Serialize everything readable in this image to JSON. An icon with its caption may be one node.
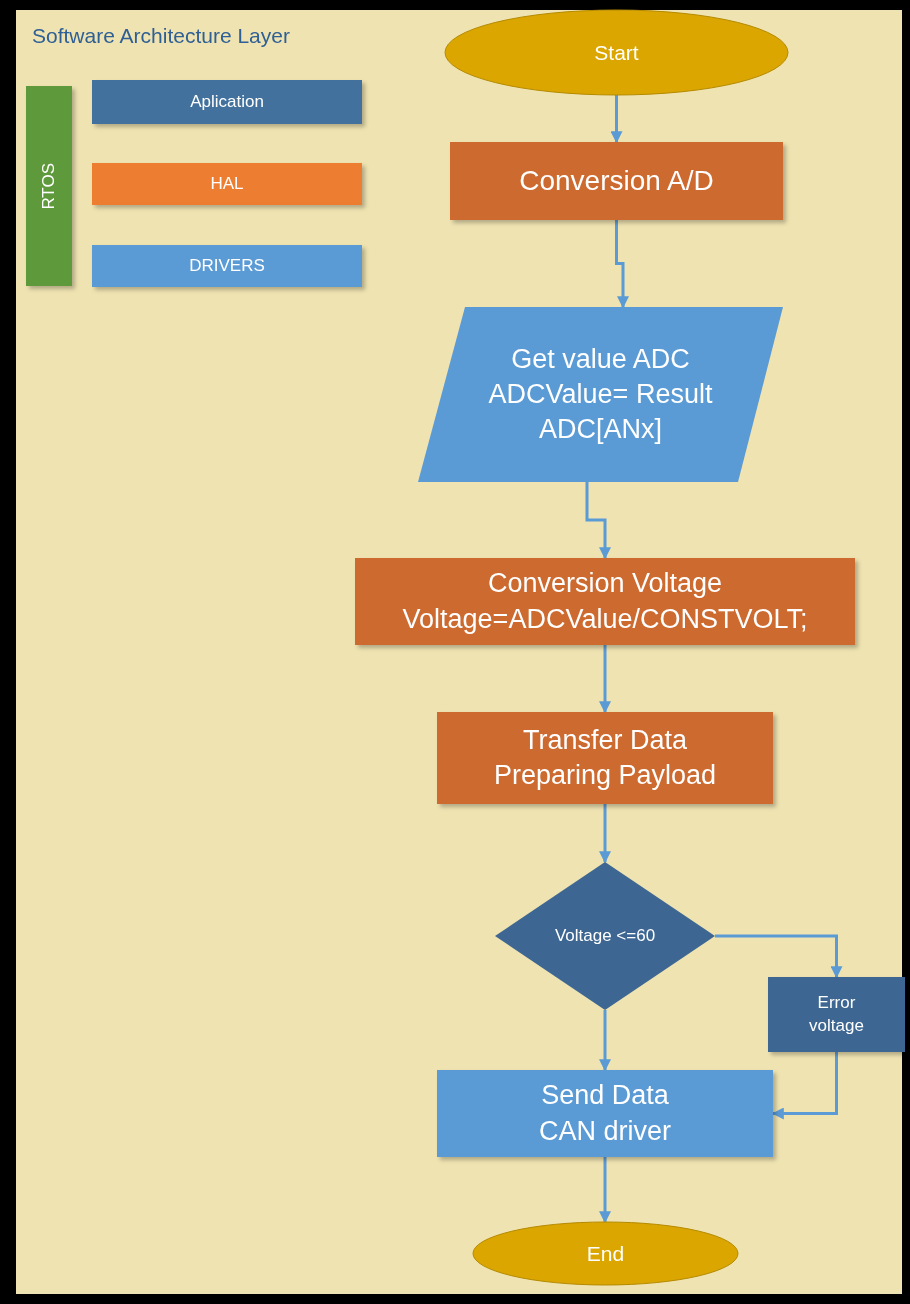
{
  "diagram": {
    "title": "Software Architecture Layer",
    "nodes": [
      {
        "text": [
          "Start"
        ]
      },
      {
        "text": [
          "Conversion A/D"
        ]
      },
      {
        "text": [
          "Get value ADC ADCValue= Result ADC[ANx]"
        ]
      },
      {
        "text": [
          "Conversion Voltage",
          "Voltage=ADCValue/CONSTVOLT;"
        ]
      },
      {
        "text": [
          "Transfer Data Preparing Payload"
        ]
      },
      {
        "text": [
          "Voltage <=60"
        ]
      },
      {
        "text": [
          "Error voltage"
        ]
      },
      {
        "text": [
          "Send Data CAN driver"
        ]
      },
      {
        "text": [
          "End"
        ]
      }
    ],
    "edges": [
      {
        "from": 0,
        "to": 1,
        "arrow": "to"
      },
      {
        "from": 1,
        "to": 2,
        "arrow": "to"
      },
      {
        "from": 2,
        "to": 3,
        "arrow": "to"
      },
      {
        "from": 3,
        "to": 4,
        "arrow": "to"
      },
      {
        "from": 4,
        "to": 5,
        "arrow": "to"
      },
      {
        "from": 5,
        "to": 7,
        "arrow": "to"
      },
      {
        "from": 5,
        "to": 6,
        "arrow": "to"
      },
      {
        "from": 6,
        "to": 7,
        "arrow": "to"
      },
      {
        "from": 7,
        "to": 8,
        "arrow": "to"
      }
    ],
    "legend": [
      {
        "text": "RTOS",
        "color": "#5e9a3c"
      },
      {
        "text": "Aplication",
        "color": "#41719c"
      },
      {
        "text": "HAL",
        "color": "#ed7d31"
      },
      {
        "text": "DRIVERS",
        "color": "#5b9bd5"
      }
    ]
  }
}
